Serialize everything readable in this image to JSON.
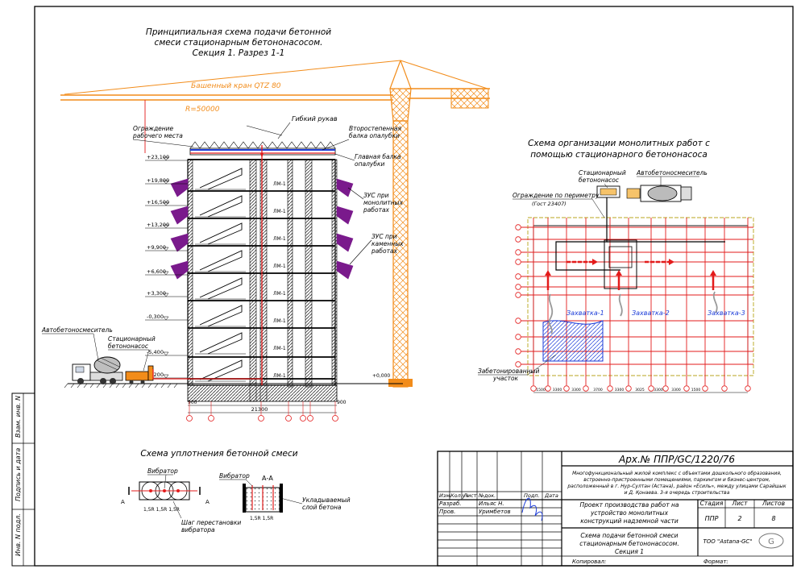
{
  "section": {
    "title_lines": [
      "Принципиальная схема подачи бетонной",
      "смеси стационарным бетононасосом.",
      "Секция 1. Разрез 1-1"
    ],
    "crane_label": "Башенный кран QTZ 80",
    "radius_label": "R=50000",
    "hose_label": "Гибкий рукав",
    "guard_label_lines": [
      "Ограждение",
      "рабочего места"
    ],
    "secondary_beam_lines": [
      "Второстепенная",
      "балка опалубки"
    ],
    "main_beam_lines": [
      "Главная балка",
      "опалубки"
    ],
    "platform_mono_lines": [
      "ЗУС при",
      "монолитных",
      "работах"
    ],
    "platform_stone_lines": [
      "ЗУС при",
      "каменных",
      "работах"
    ],
    "truck_label": "Автобетоносмеситель",
    "pump_label_lines": [
      "Стационарный",
      "бетононасос"
    ],
    "level_marks": [
      "+23,100",
      "+19,800",
      "+16,500",
      "+13,200",
      "+9,900",
      "+6,600",
      "+3,300",
      "-0,300",
      "-5,400",
      "-8,200"
    ],
    "zero_mark": "+0,000",
    "elevator_tags": [
      "ЛМ-1",
      "ЛМ-1",
      "ЛМ-1",
      "ЛМ-1",
      "ЛМ-1",
      "ЛМ-1",
      "ЛМ-1",
      "ЛМ-1"
    ],
    "dim_left": "900",
    "dim_total": "21300",
    "dim_right": "900"
  },
  "plan": {
    "title_lines": [
      "Схема организации монолитных работ с",
      "помощью стационарного бетононасоса"
    ],
    "pump_label_lines": [
      "Стационарный",
      "бетононасос"
    ],
    "truck_label": "Автобетоносмеситель",
    "fence_label_lines": [
      "Ограждение по периметру",
      "(Гост 23407)"
    ],
    "grip_labels": [
      "Захватка-1",
      "Захватка-2",
      "Захватка-3"
    ],
    "concreted_label_lines": [
      "Забетонированный",
      "участок"
    ],
    "dims": [
      "1500",
      "3300",
      "3300",
      "3700",
      "3300",
      "3025",
      "3300",
      "3300",
      "1500"
    ]
  },
  "compaction": {
    "title": "Схема уплотнения бетонной смеси",
    "vibrator_label": "Вибратор",
    "vibrator_label_2": "Вибратор",
    "step_label_lines": [
      "Шаг перестановки",
      "вибратора"
    ],
    "layer_label_lines": [
      "Укладываемый",
      "слой бетона"
    ],
    "section_mark": "А-А",
    "mark_a": "А",
    "step_dims": "1,5R 1,5R 1,5R",
    "step_dims_2": "1,5R 1,5R"
  },
  "stamp": {
    "doc_number": "Арх.№ ППР/GC/1220/76",
    "project_description_lines": [
      "Многофункциональный жилой комплекс с объектами дошкольного образования,",
      "встроенно-пристроенными помещениями, паркингом и бизнес-центром,",
      "расположенный в г. Нур-Султан (Астана), район «Есиль», между улицами Сарайшык",
      "и Д. Қонаева. 3-я очередь строительства"
    ],
    "headers": [
      "Изм.",
      "Кол.уч",
      "Лист",
      "№док.",
      "Подп.",
      "Дата"
    ],
    "roles": [
      "Разраб.",
      "Пров."
    ],
    "names": [
      "Ильяс Н.",
      "Уримбетов"
    ],
    "doc_title_lines": [
      "Проект производства работ на",
      "устройство монолитных",
      "конструкций надземной части"
    ],
    "stage_header": "Стадия",
    "sheet_header": "Лист",
    "sheets_header": "Листов",
    "stage": "ППР",
    "sheet": "2",
    "sheets": "8",
    "sheet_title_lines": [
      "Схема подачи бетонной смеси",
      "стационарным бетононасосом.",
      "Секция 1"
    ],
    "company": "ТОО \"Astana-GC\"",
    "copied_label": "Копировал:",
    "format_label": "Формат:"
  },
  "side_stamp": {
    "labels": [
      "Инв. N подл.",
      "Подпись и дата",
      "Взам. инв. N"
    ]
  },
  "colors": {
    "crane": "#f28c1a",
    "red": "#e31b1b",
    "purple": "#7a1a8c",
    "blue": "#1c3cd8",
    "hatch": "#444444"
  }
}
